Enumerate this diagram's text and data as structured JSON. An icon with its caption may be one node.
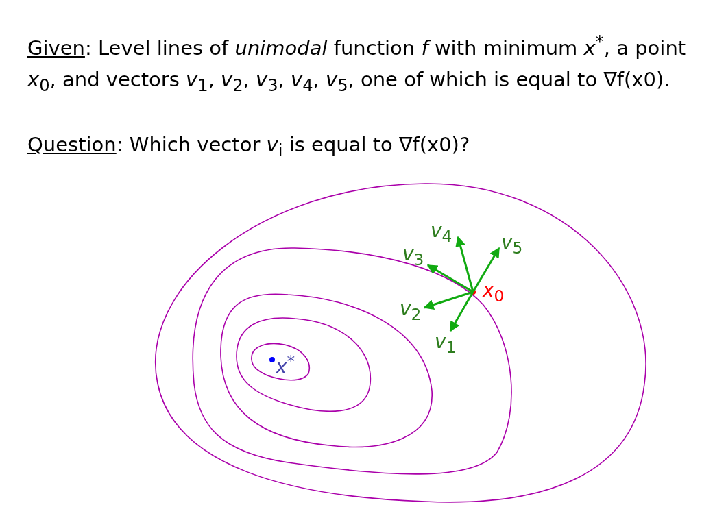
{
  "diagram": {
    "nodes": [
      {
        "text": [
          "*x*$_{0}$"
        ]
      },
      {
        "text": [
          "*v*$_{1}$"
        ]
      },
      {
        "text": [
          "*v*$_{2}$"
        ]
      },
      {
        "text": [
          "*v*$_{3}$"
        ]
      },
      {
        "text": [
          "*v*$_{4}$"
        ]
      },
      {
        "text": [
          "*v*$_{5}$"
        ]
      },
      {
        "text": [
          "*x*$^{*}$"
        ]
      }
    ],
    "edges": [
      {
        "from": 0,
        "to": 1,
        "arrow": "to"
      },
      {
        "from": 0,
        "to": 2,
        "arrow": "to"
      },
      {
        "from": 0,
        "to": 3,
        "arrow": "to"
      },
      {
        "from": 0,
        "to": 4,
        "arrow": "to"
      },
      {
        "from": 0,
        "to": 5,
        "arrow": "to"
      }
    ],
    "labels": [
      "Given",
      ": Level lines of *unimodal* function *f* with minimum *x*$^{*}$, a point *x*$_{0}$, and vectors *v*$_{1}$, *v*$_{2}$, *v*$_{3}$, *v*$_{4}$, *v*$_{5}$, one of which is equal to ∇f(x0).",
      "Question",
      ": Which vector *v*$_{i}$ is equal to ∇f(x0)?"
    ]
  }
}
